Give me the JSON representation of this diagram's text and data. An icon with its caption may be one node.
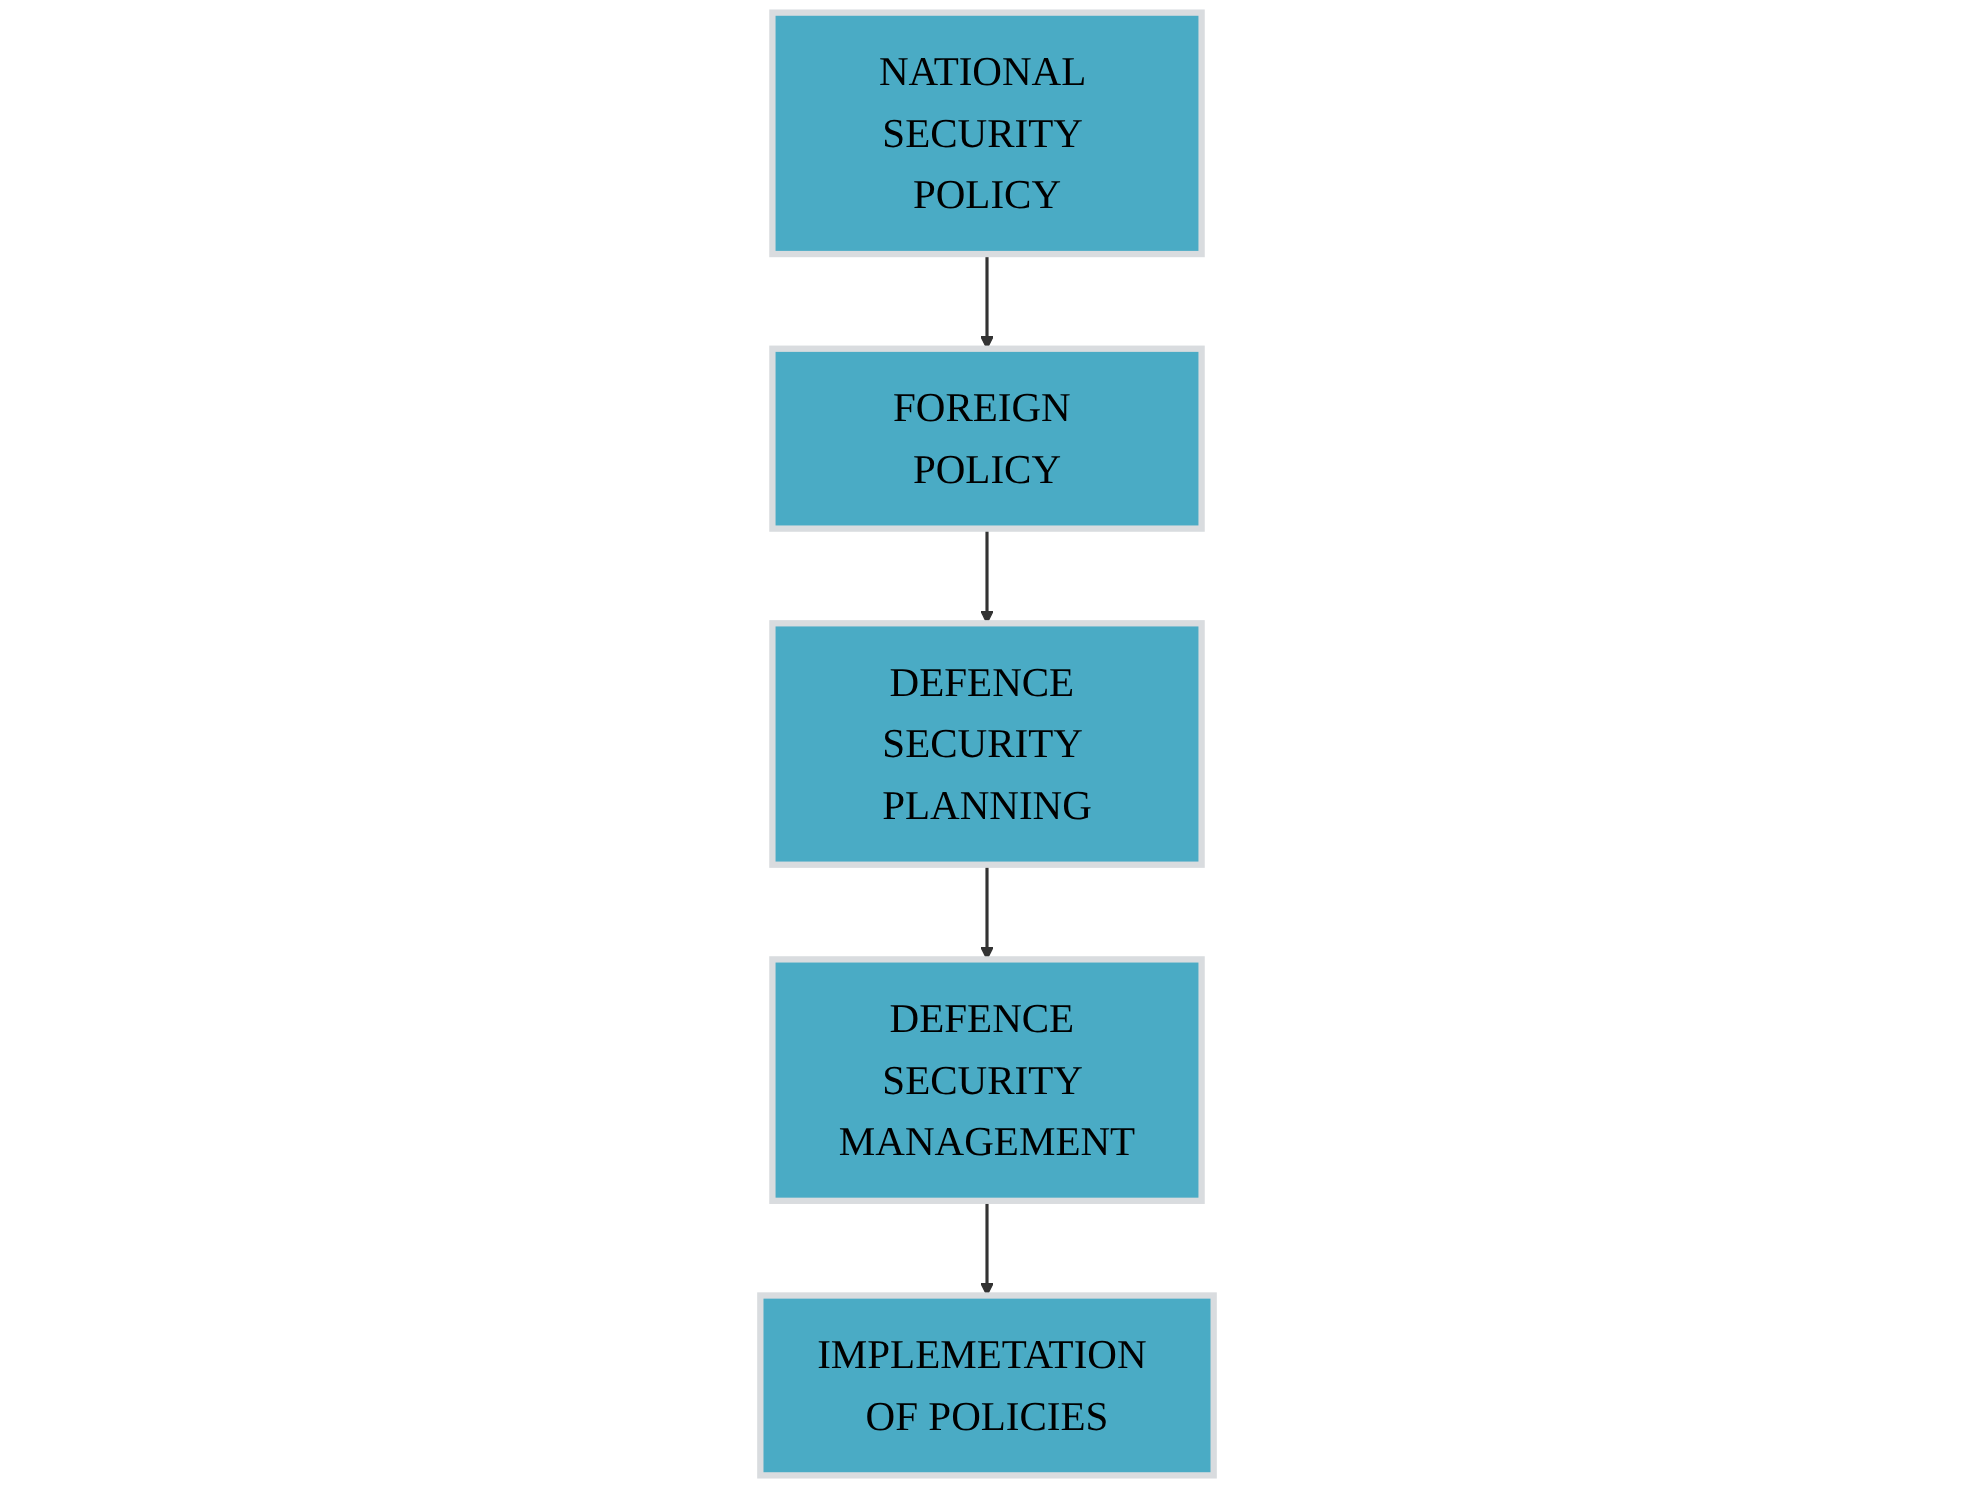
{
  "diagram": {
    "nodes": [
      {
        "text": [
          "NATIONAL SECURITY POLICY"
        ]
      },
      {
        "text": [
          "FOREIGN POLICY"
        ]
      },
      {
        "text": [
          "DEFENCE SECURITY PLANNING"
        ]
      },
      {
        "text": [
          "DEFENCE SECURITY MANAGEMENT"
        ]
      },
      {
        "text": [
          "IMPLEMETATION OF POLICIES"
        ]
      }
    ],
    "edges": [
      {
        "from": 0,
        "to": 1,
        "arrow": "to"
      },
      {
        "from": 1,
        "to": 2,
        "arrow": "to"
      },
      {
        "from": 2,
        "to": 3,
        "arrow": "to"
      },
      {
        "from": 3,
        "to": 4,
        "arrow": "to"
      }
    ]
  }
}
